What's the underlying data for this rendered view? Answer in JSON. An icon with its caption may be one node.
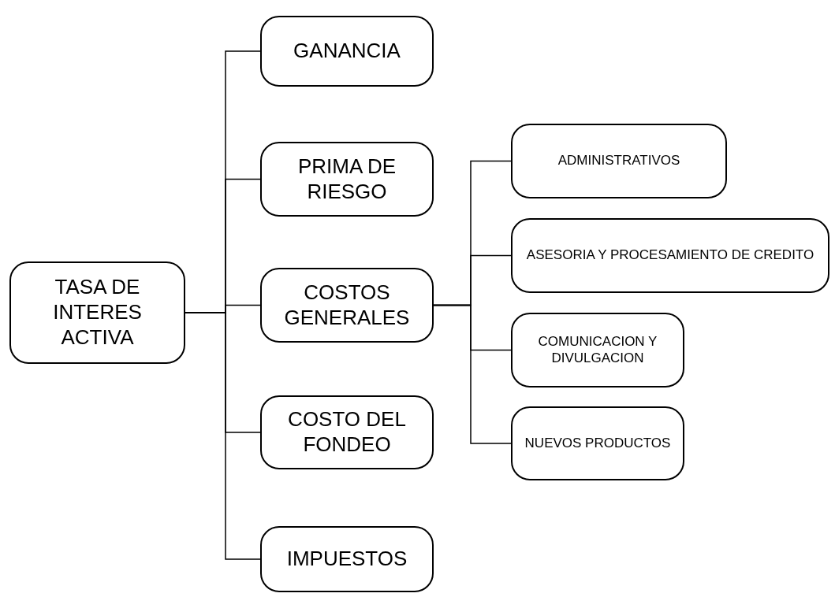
{
  "diagram": {
    "nodes": [
      {
        "text": [
          "TASA DE INTERES ACTIVA"
        ]
      },
      {
        "text": [
          "GANANCIA"
        ]
      },
      {
        "text": [
          "PRIMA DE RIESGO"
        ]
      },
      {
        "text": [
          "COSTOS GENERALES"
        ]
      },
      {
        "text": [
          "COSTO DEL FONDEO"
        ]
      },
      {
        "text": [
          "IMPUESTOS"
        ]
      },
      {
        "text": [
          "ADMINISTRATIVOS"
        ]
      },
      {
        "text": [
          "ASESORIA Y PROCESAMIENTO DE CREDITO"
        ]
      },
      {
        "text": [
          "COMUNICACION Y DIVULGACION"
        ]
      },
      {
        "text": [
          "NUEVOS PRODUCTOS"
        ]
      }
    ],
    "edges": [
      {
        "from": 0,
        "to": 1,
        "arrow": "none"
      },
      {
        "from": 0,
        "to": 2,
        "arrow": "none"
      },
      {
        "from": 0,
        "to": 3,
        "arrow": "none"
      },
      {
        "from": 0,
        "to": 4,
        "arrow": "none"
      },
      {
        "from": 0,
        "to": 5,
        "arrow": "none"
      },
      {
        "from": 3,
        "to": 6,
        "arrow": "none"
      },
      {
        "from": 3,
        "to": 7,
        "arrow": "none"
      },
      {
        "from": 3,
        "to": 8,
        "arrow": "none"
      },
      {
        "from": 3,
        "to": 9,
        "arrow": "none"
      }
    ]
  }
}
